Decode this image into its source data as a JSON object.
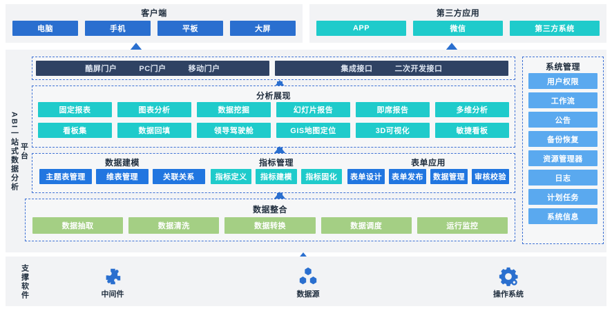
{
  "client": {
    "title": "客户端",
    "items": [
      {
        "label": "电脑",
        "color": "#2a6fcf"
      },
      {
        "label": "手机",
        "color": "#2a6fcf"
      },
      {
        "label": "平板",
        "color": "#2a6fcf"
      },
      {
        "label": "大屏",
        "color": "#2a6fcf"
      }
    ]
  },
  "third_party": {
    "title": "第三方应用",
    "items": [
      {
        "label": "APP",
        "color": "#1fcbcb"
      },
      {
        "label": "微信",
        "color": "#1fcbcb"
      },
      {
        "label": "第三方系统",
        "color": "#1fcbcb"
      }
    ]
  },
  "platform": {
    "vertical_label_line1": "ABI一站式数据分析",
    "vertical_label_line2": "平台"
  },
  "portal": {
    "bar_left": [
      "酷屏门户",
      "PC门户",
      "移动门户"
    ],
    "bar_right": [
      "集成接口",
      "二次开发接口"
    ],
    "bar_color": "#2f4263"
  },
  "analysis": {
    "title": "分析展现",
    "color": "#1fcbcb",
    "row1": [
      "固定报表",
      "图表分析",
      "数据挖掘",
      "幻灯片报告",
      "即席报告",
      "多维分析"
    ],
    "row2": [
      "看板集",
      "数据回填",
      "领导驾驶舱",
      "GIS地图定位",
      "3D可视化",
      "敏捷看板"
    ]
  },
  "data_modeling": {
    "title": "数据建模",
    "color": "#2176e0",
    "items": [
      "主题表管理",
      "维表管理",
      "关联关系"
    ]
  },
  "index_management": {
    "title": "指标管理",
    "color": "#1fcbcb",
    "items": [
      "指标定义",
      "指标建模",
      "指标固化"
    ]
  },
  "form_application": {
    "title": "表单应用",
    "color": "#2176e0",
    "items": [
      "表单设计",
      "表单发布",
      "数据管理",
      "审核校验"
    ]
  },
  "data_integration": {
    "title": "数据整合",
    "color": "#a4cf84",
    "items": [
      "数据抽取",
      "数据清洗",
      "数据转换",
      "数据调度",
      "运行监控"
    ]
  },
  "system_management": {
    "title": "系统管理",
    "color": "#5aa9ef",
    "items": [
      "用户权限",
      "工作流",
      "公告",
      "备份恢复",
      "资源管理器",
      "日志",
      "计划任务",
      "系统信息"
    ]
  },
  "support": {
    "label": "支撑软件",
    "items": [
      {
        "caption": "中间件",
        "icon": "puzzle-icon"
      },
      {
        "caption": "数据源",
        "icon": "nodes-icon"
      },
      {
        "caption": "操作系统",
        "icon": "gear-icon"
      }
    ]
  },
  "accent": {
    "arrow": "#2a6fcf",
    "dashed_border": "#3b6fd4",
    "panel_bg": "#f2f3f5"
  }
}
